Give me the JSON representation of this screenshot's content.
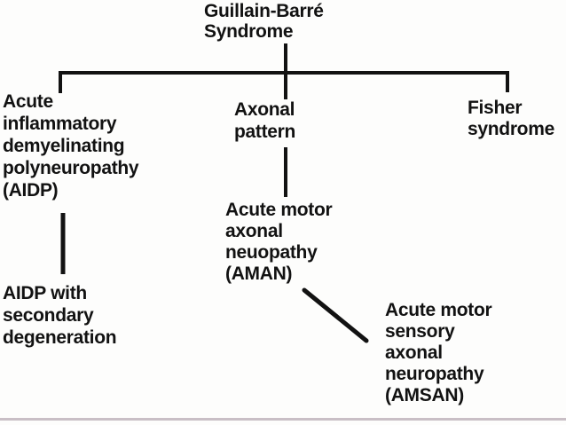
{
  "diagram": {
    "title": "Guillain-Barré Syndrome classification flowchart",
    "nodes": {
      "root": {
        "id": "gbs",
        "label": "Guillain-Barré\nSyndrome"
      },
      "aidp": {
        "id": "aidp",
        "label": "Acute\ninflammatory\ndemyelinating\npolyneuropathy\n(AIDP)"
      },
      "axonal": {
        "id": "axonal-pattern",
        "label": "Axonal\npattern"
      },
      "fisher": {
        "id": "fisher-syndrome",
        "label": "Fisher\nsyndrome"
      },
      "aidp_secondary": {
        "id": "aidp-secondary-degeneration",
        "label": "AIDP with\nsecondary\ndegeneration"
      },
      "aman": {
        "id": "aman",
        "label": "Acute motor\naxonal\nneuopathy\n(AMAN)"
      },
      "amsan": {
        "id": "amsan",
        "label": "Acute motor\nsensory\naxonal\nneuropathy\n(AMSAN)"
      }
    },
    "edges": [
      {
        "from": "gbs",
        "to": "aidp"
      },
      {
        "from": "gbs",
        "to": "axonal-pattern"
      },
      {
        "from": "gbs",
        "to": "fisher-syndrome"
      },
      {
        "from": "aidp",
        "to": "aidp-secondary-degeneration"
      },
      {
        "from": "axonal-pattern",
        "to": "aman"
      },
      {
        "from": "aman",
        "to": "amsan"
      }
    ],
    "colors": {
      "text": "#121212",
      "line": "#121212",
      "bottom_rule": "#c9bfc6",
      "background": "#fdfdfc"
    }
  }
}
